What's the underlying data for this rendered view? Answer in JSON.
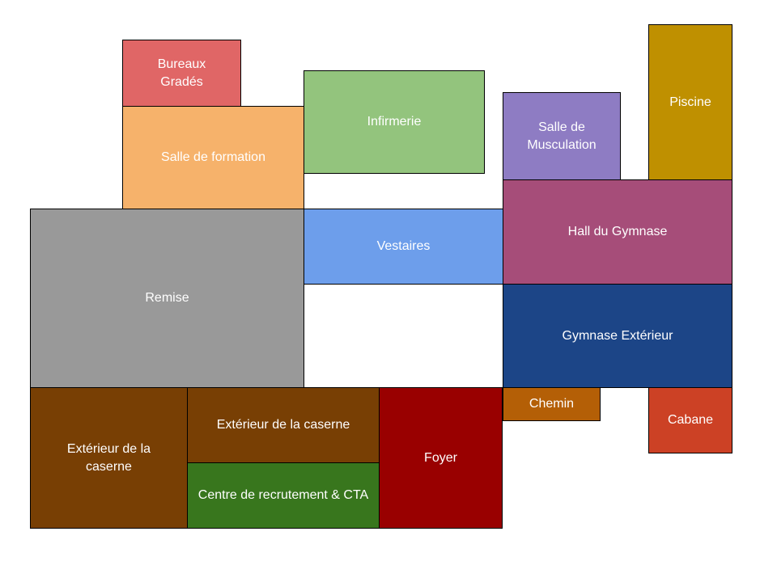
{
  "rooms": {
    "bureaux_grades": {
      "label": "Bureaux Gradés",
      "color": "#e06666"
    },
    "salle_formation": {
      "label": "Salle de formation",
      "color": "#f6b26b"
    },
    "infirmerie": {
      "label": "Infirmerie",
      "color": "#93c47d"
    },
    "salle_musculation": {
      "label": "Salle de Musculation",
      "color": "#8e7cc3"
    },
    "piscine": {
      "label": "Piscine",
      "color": "#bf9000"
    },
    "hall_gymnase": {
      "label": "Hall du Gymnase",
      "color": "#a64d79"
    },
    "remise": {
      "label": "Remise",
      "color": "#999999"
    },
    "vestaires": {
      "label": "Vestaires",
      "color": "#6d9eeb"
    },
    "gymnase_exterieur": {
      "label": "Gymnase Extérieur",
      "color": "#1c4587"
    },
    "exterieur_caserne_1": {
      "label": "Extérieur de la caserne",
      "color": "#783f04"
    },
    "exterieur_caserne_2": {
      "label": "Extérieur de la caserne",
      "color": "#783f04"
    },
    "centre_recrutement": {
      "label": "Centre de recrutement & CTA",
      "color": "#38761d"
    },
    "foyer": {
      "label": "Foyer",
      "color": "#990000"
    },
    "chemin": {
      "label": "Chemin",
      "color": "#b45f06"
    },
    "cabane": {
      "label": "Cabane",
      "color": "#cc4125"
    }
  }
}
